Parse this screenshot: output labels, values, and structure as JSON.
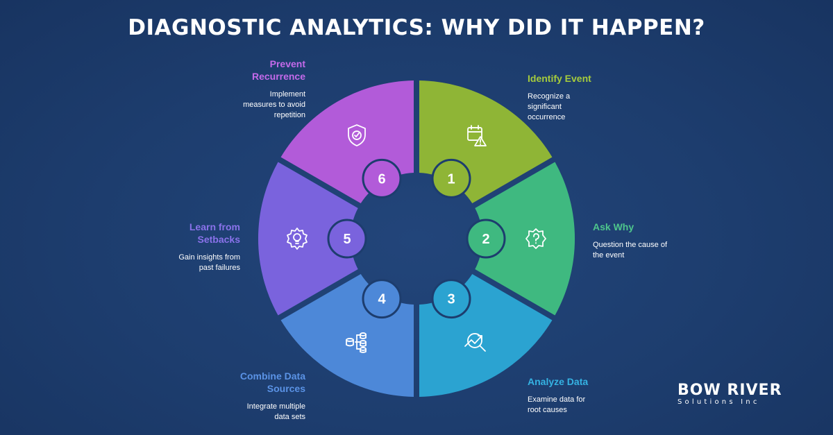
{
  "title": "DIAGNOSTIC ANALYTICS: WHY DID IT HAPPEN?",
  "colors": {
    "background": "#1d3d6e",
    "step1": "#8fb536",
    "step2": "#3fb980",
    "step3": "#2ba3d1",
    "step4": "#4d88d8",
    "step5": "#7a63dd",
    "step6": "#b25bd9"
  },
  "steps": [
    {
      "number": "1",
      "title": "Identify Event",
      "description": "Recognize a significant occurrence",
      "icon": "calendar-warning-icon",
      "title_color": "#a6cc3c"
    },
    {
      "number": "2",
      "title": "Ask Why",
      "description": "Question the cause of the event",
      "icon": "question-badge-icon",
      "title_color": "#4ec68c"
    },
    {
      "number": "3",
      "title": "Analyze Data",
      "description": "Examine data for root causes",
      "icon": "chart-magnifier-icon",
      "title_color": "#35b3e3"
    },
    {
      "number": "4",
      "title": "Combine Data Sources",
      "description": "Integrate multiple data sets",
      "icon": "database-merge-icon",
      "title_color": "#5b93e6"
    },
    {
      "number": "5",
      "title": "Learn from Setbacks",
      "description": "Gain insights from past failures",
      "icon": "gear-bulb-icon",
      "title_color": "#8a72ea"
    },
    {
      "number": "6",
      "title": "Prevent Recurrence",
      "description": "Implement measures to avoid repetition",
      "icon": "shield-check-icon",
      "title_color": "#c46aea"
    }
  ],
  "logo": {
    "name": "BOW RIVER",
    "tagline": "Solutions Inc"
  }
}
